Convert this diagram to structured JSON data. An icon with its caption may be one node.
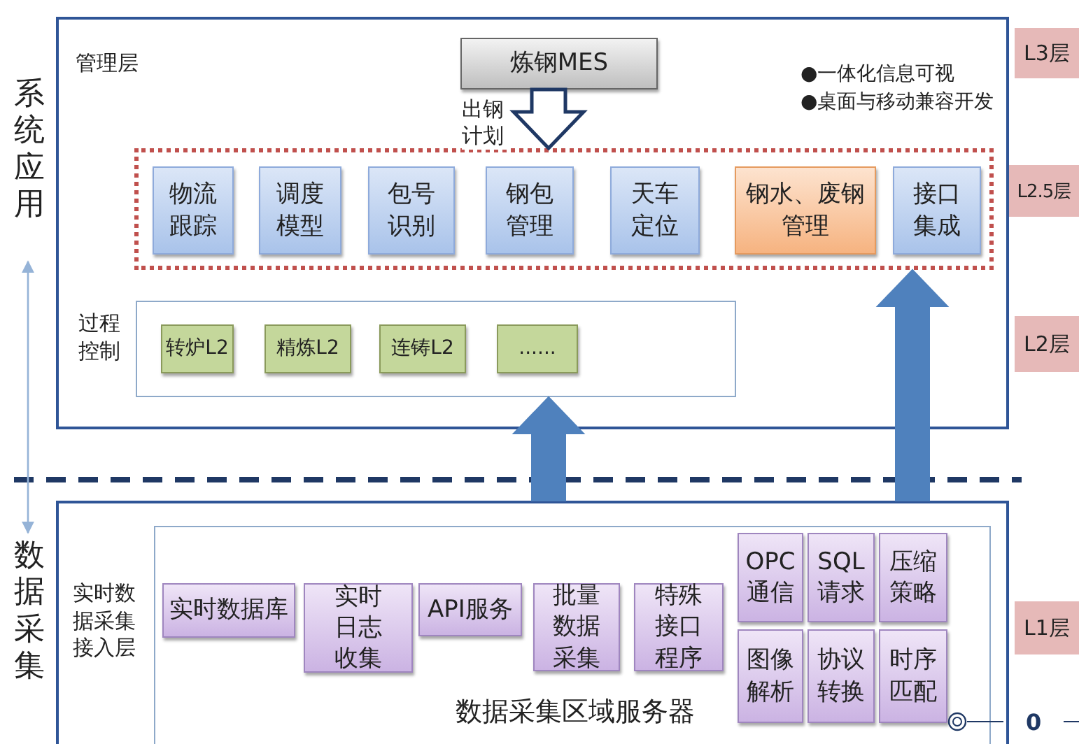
{
  "diagram": {
    "nodes": [
      {
        "text": [
          "管理层"
        ]
      },
      {
        "text": [
          "炼钢MES"
        ],
        "in": 0
      },
      {
        "text": [],
        "shape": "box",
        "in": 0
      },
      {
        "text": [
          "物流跟踪"
        ],
        "in": 2
      },
      {
        "text": [
          "调度模型"
        ],
        "in": 2
      },
      {
        "text": [
          "包号识别"
        ],
        "in": 2
      },
      {
        "text": [
          "钢包管理"
        ],
        "in": 2
      },
      {
        "text": [
          "天车定位"
        ],
        "in": 2
      },
      {
        "text": [
          "钢水、废钢管理"
        ],
        "in": 2
      },
      {
        "text": [
          "接口集成"
        ],
        "in": 2
      },
      {
        "text": [
          "过程控制"
        ],
        "in": 0
      },
      {
        "text": [
          "转炉L2"
        ],
        "in": 10
      },
      {
        "text": [
          "精炼L2"
        ],
        "in": 10
      },
      {
        "text": [
          "连铸L2"
        ],
        "in": 10
      },
      {
        "text": [
          "......"
        ],
        "in": 10
      },
      {
        "text": [
          "实时数据采集接入层"
        ]
      },
      {
        "text": [
          "数据采集区域服务器"
        ],
        "in": 15
      },
      {
        "text": [
          "实时数据库"
        ],
        "in": 16
      },
      {
        "text": [
          "实时日志收集"
        ],
        "in": 16
      },
      {
        "text": [
          "API服务"
        ],
        "in": 16
      },
      {
        "text": [
          "批量数据采集"
        ],
        "in": 16
      },
      {
        "text": [
          "特殊接口程序"
        ],
        "in": 16
      },
      {
        "text": [
          "OPC 通信"
        ],
        "in": 16
      },
      {
        "text": [
          "SQL 请求"
        ],
        "in": 16
      },
      {
        "text": [
          "压缩策略"
        ],
        "in": 16
      },
      {
        "text": [
          "图像解析"
        ],
        "in": 16
      },
      {
        "text": [
          "协议转换"
        ],
        "in": 16
      },
      {
        "text": [
          "时序匹配"
        ],
        "in": 16
      },
      {
        "text": [
          "L3层"
        ]
      },
      {
        "text": [
          "L2.5层"
        ]
      },
      {
        "text": [
          "L2层"
        ]
      },
      {
        "text": [
          "L1层"
        ]
      },
      {
        "text": [
          "系统应用"
        ]
      },
      {
        "text": [
          "数据采集"
        ]
      }
    ],
    "edges": [
      {
        "from": 1,
        "to": 2,
        "arrow": "to",
        "label": "出钢计划",
        "style": "thick",
        "color": "#1f3864"
      },
      {
        "from": 15,
        "to": 10,
        "arrow": "to",
        "style": "thick",
        "color": "#4f81bd"
      },
      {
        "from": 15,
        "to": 2,
        "arrow": "to",
        "style": "thick",
        "color": "#4f81bd"
      },
      {
        "from": 32,
        "to": 33,
        "arrow": "both",
        "color": "#95b3d7"
      }
    ],
    "labels": [
      "●一体化信息可视",
      "●桌面与移动兼容开发",
      "0"
    ]
  }
}
